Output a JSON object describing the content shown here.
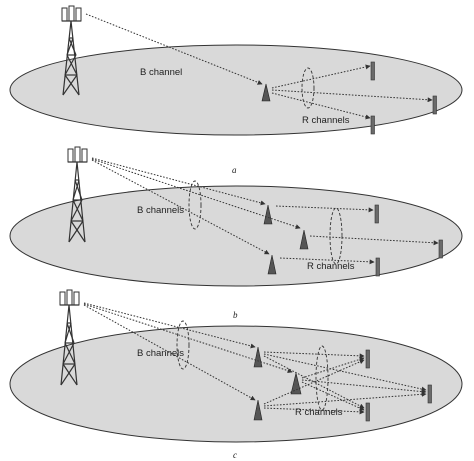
{
  "panels": [
    {
      "caption": "a",
      "b_label": "B channel",
      "r_label": "R channels"
    },
    {
      "caption": "b",
      "b_label": "B channels",
      "r_label": "R channels"
    },
    {
      "caption": "c",
      "b_label": "B channels",
      "r_label": "R channels"
    }
  ],
  "colors": {
    "plane": "#d9d9d9",
    "outline": "#333333",
    "relay": "#555555",
    "terminal": "#6a6a6a"
  }
}
